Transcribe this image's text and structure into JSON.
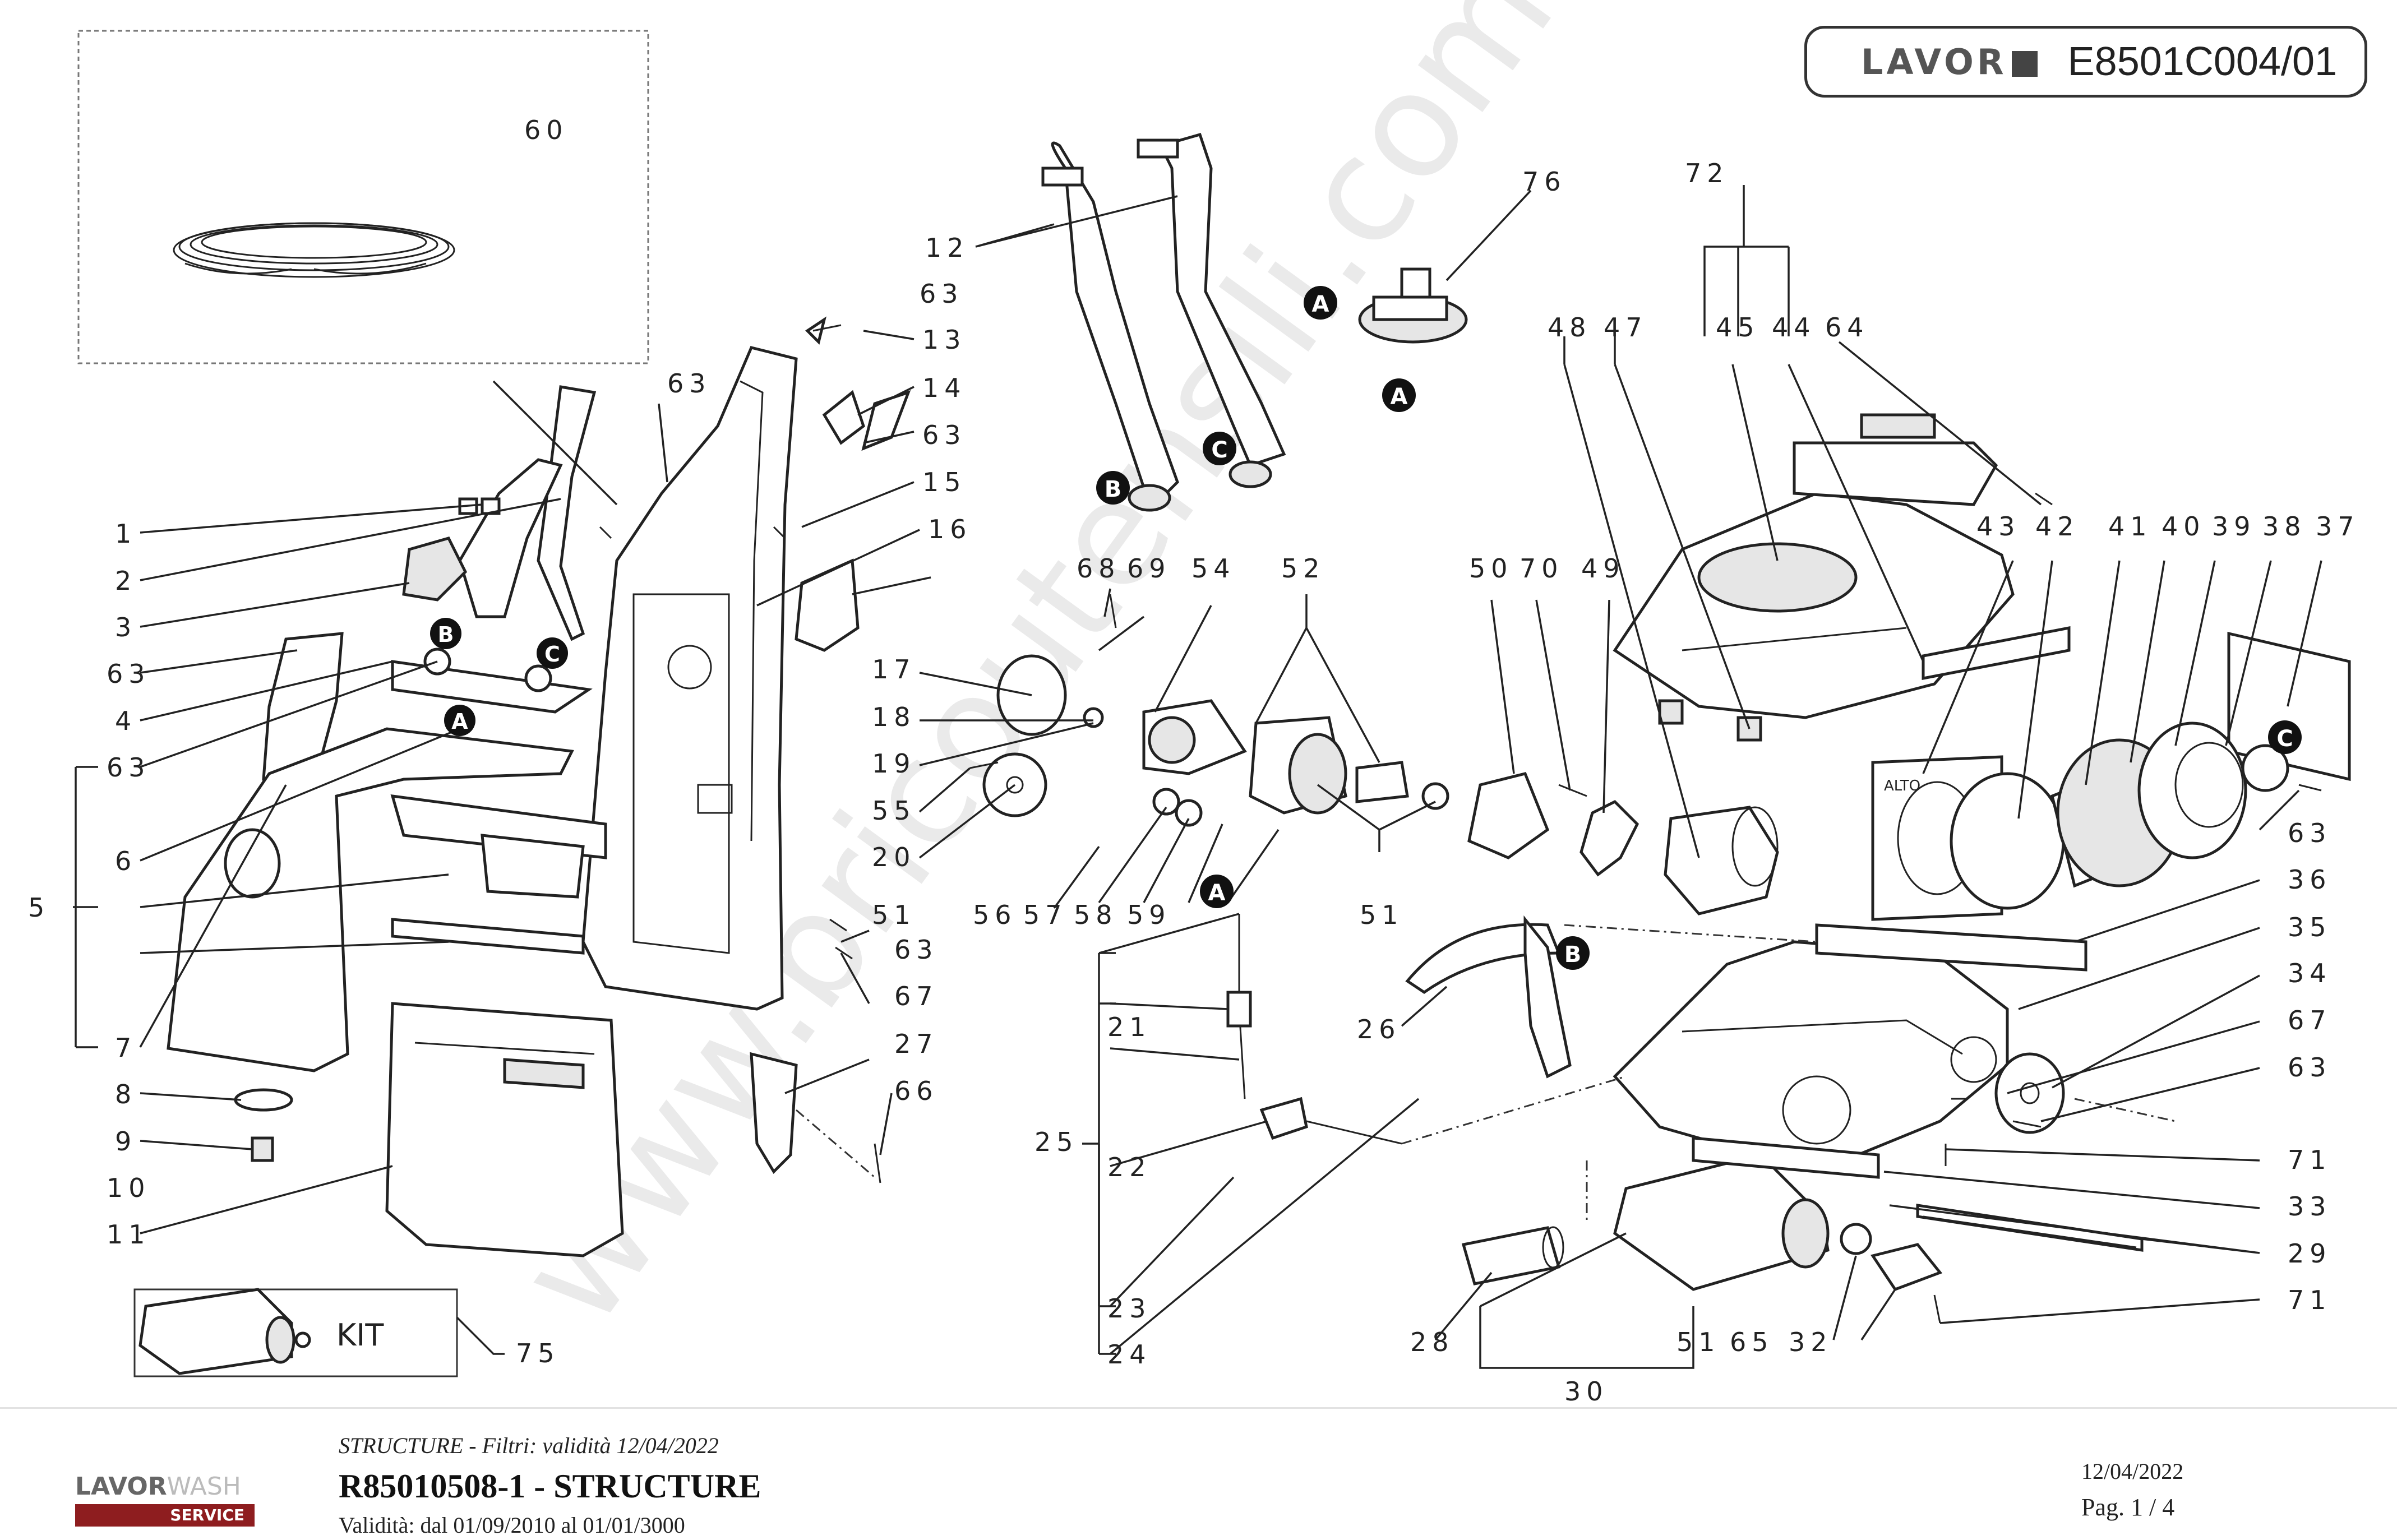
{
  "header": {
    "brand": "LAVOR",
    "doc_code": "E8501C004/01"
  },
  "watermark": "www.bricoutensili.com",
  "labels": {
    "p1": "1",
    "p2": "2",
    "p3": "3",
    "p4": "4",
    "p5": "5",
    "p6": "6",
    "p7": "7",
    "p8": "8",
    "p9": "9",
    "p10": "10",
    "p11": "11",
    "p12": "12",
    "p13": "13",
    "p14": "14",
    "p15": "15",
    "p16": "16",
    "p17": "17",
    "p18": "18",
    "p19": "19",
    "p20": "20",
    "p21": "21",
    "p22": "22",
    "p23": "23",
    "p24": "24",
    "p25": "25",
    "p26": "26",
    "p27": "27",
    "p28": "28",
    "p29": "29",
    "p30": "30",
    "p32": "32",
    "p33": "33",
    "p34": "34",
    "p35": "35",
    "p36": "36",
    "p37": "37",
    "p38": "38",
    "p39": "39",
    "p40": "40",
    "p41": "41",
    "p42": "42",
    "p43": "43",
    "p44": "44",
    "p45": "45",
    "p47": "47",
    "p48": "48",
    "p49": "49",
    "p50": "50",
    "p51": "51",
    "p52": "52",
    "p54": "54",
    "p55": "55",
    "p56": "56",
    "p57": "57",
    "p58": "58",
    "p59": "59",
    "p60": "60",
    "p63": "63",
    "p64": "64",
    "p65": "65",
    "p66": "66",
    "p67": "67",
    "p68": "68",
    "p69": "69",
    "p70": "70",
    "p71": "71",
    "p72": "72",
    "p75": "75",
    "p76": "76"
  },
  "markers": {
    "a": "A",
    "b": "B",
    "c": "C"
  },
  "kit_label": "KIT",
  "alto_label": "ALTO",
  "footer": {
    "logo_main": "LAVOR",
    "logo_suffix": "WASH",
    "logo_service": "SERVICE",
    "subtitle": "STRUCTURE - Filtri: validità 12/04/2022",
    "title": "R85010508-1 - STRUCTURE",
    "validity": "Validità: dal 01/09/2010 al 01/01/3000",
    "date": "12/04/2022",
    "page": "Pag. 1 / 4"
  }
}
